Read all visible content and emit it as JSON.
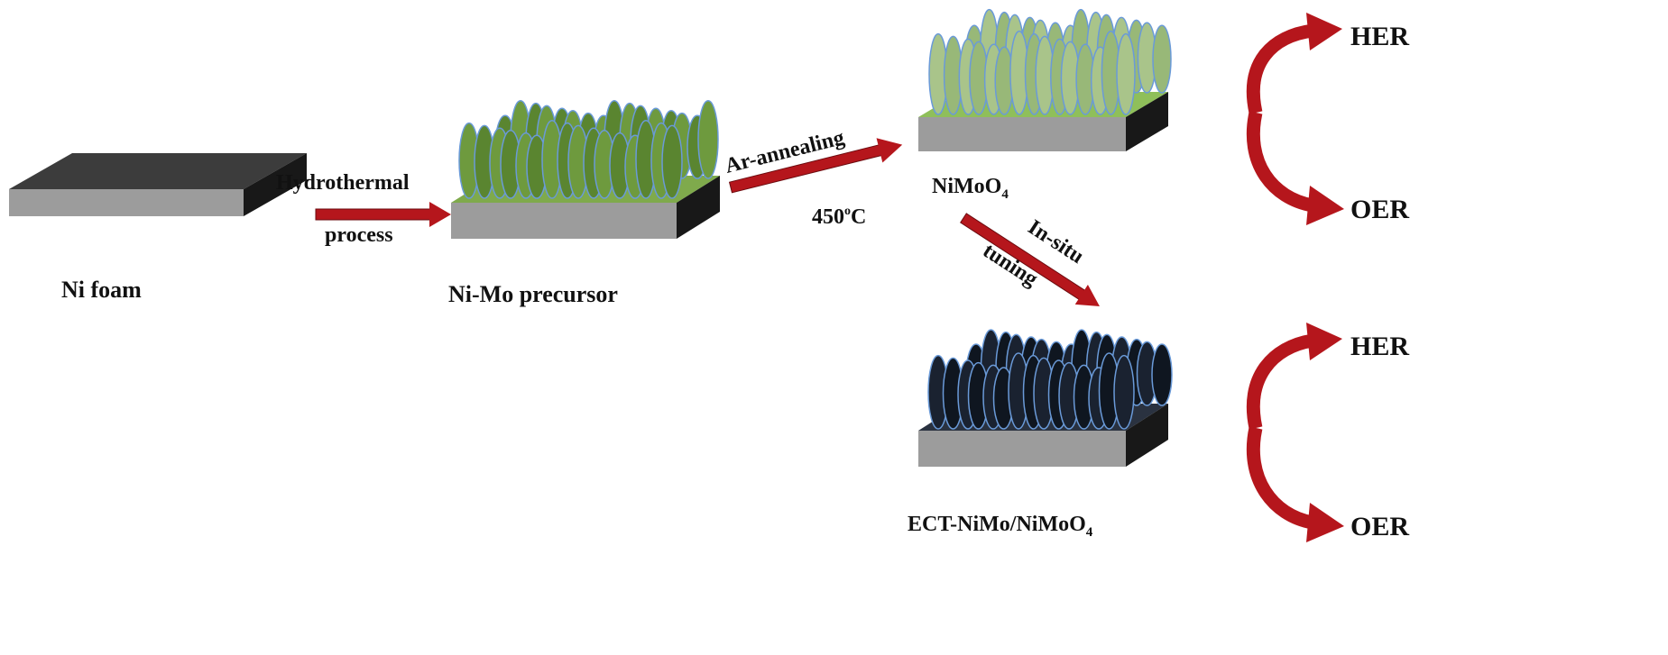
{
  "stages": {
    "ni_foam": "Ni foam",
    "ni_mo_precursor": "Ni-Mo precursor",
    "nimoo4": {
      "base": "NiMoO",
      "sub": "4"
    },
    "ect": {
      "base": "ECT-NiMo/NiMoO",
      "sub": "4"
    }
  },
  "steps": {
    "hydrothermal_line1": "Hydrothermal",
    "hydrothermal_line2": "process",
    "annealing_line1": "Ar-annealing",
    "annealing_temp": {
      "value": "450",
      "sup": "o",
      "unit": "C"
    },
    "insitu_line1": "In-situ",
    "insitu_line2": "tuning"
  },
  "reactions": {
    "top_her": "HER",
    "top_oer": "OER",
    "bottom_her": "HER",
    "bottom_oer": "OER"
  },
  "colors": {
    "arrow_red": "#b5161c",
    "foam_top": "#3a3a3a",
    "slab_front": "#9a9a9a",
    "slab_side": "#1a1a1a",
    "green_sheet": "#6e9a3e",
    "pale_green_sheet": "#a9c48a",
    "dark_sheet": "#1a2230",
    "sheet_edge_blue": "#6a9ad8"
  }
}
